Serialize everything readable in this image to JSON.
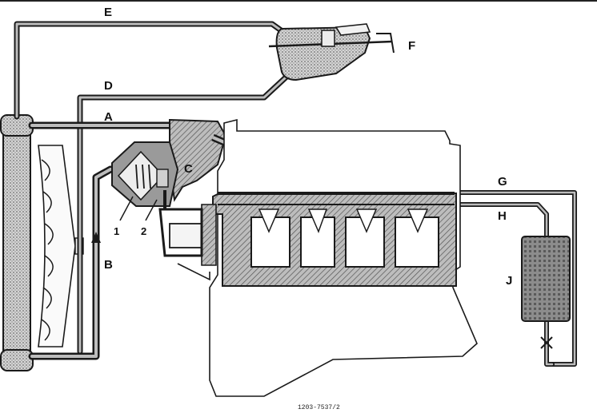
{
  "labels": {
    "A": "A",
    "B": "B",
    "C": "C",
    "D": "D",
    "E": "E",
    "F": "F",
    "G": "G",
    "H": "H",
    "J": "J",
    "one": "1",
    "two": "2"
  },
  "caption": "1203-7537/2",
  "colors": {
    "ink": "#1a1a1a",
    "hatch": "#9a9a9a",
    "paper": "#ffffff"
  }
}
